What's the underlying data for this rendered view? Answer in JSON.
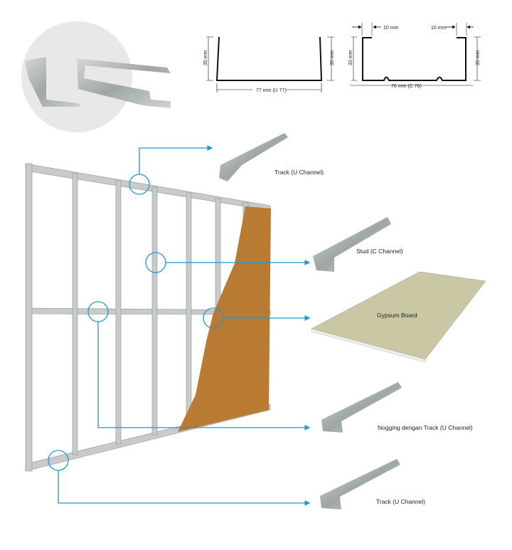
{
  "dimensions": {
    "u_left_height": "35 mm",
    "u_right_height": "35 mm",
    "u_width": "77 mm (U 77)",
    "c_left_lip": "10 mm",
    "c_right_lip": "10 mm",
    "c_left_height": "33 mm",
    "c_right_height": "35 mm",
    "c_width": "76 mm (C  76)"
  },
  "callouts": [
    {
      "label": "Track (U  Channel)"
    },
    {
      "label": "Stud (C Channel)"
    },
    {
      "label": "Gypsum Board"
    },
    {
      "label": "Nogging dengan Track (U Channel)"
    },
    {
      "label": "Track (U Channel)"
    }
  ],
  "colors": {
    "accent": "#1a9ad6",
    "board": "#b97a32",
    "gypsum": "#c9c7a4",
    "metal": "#b9bdbd"
  }
}
